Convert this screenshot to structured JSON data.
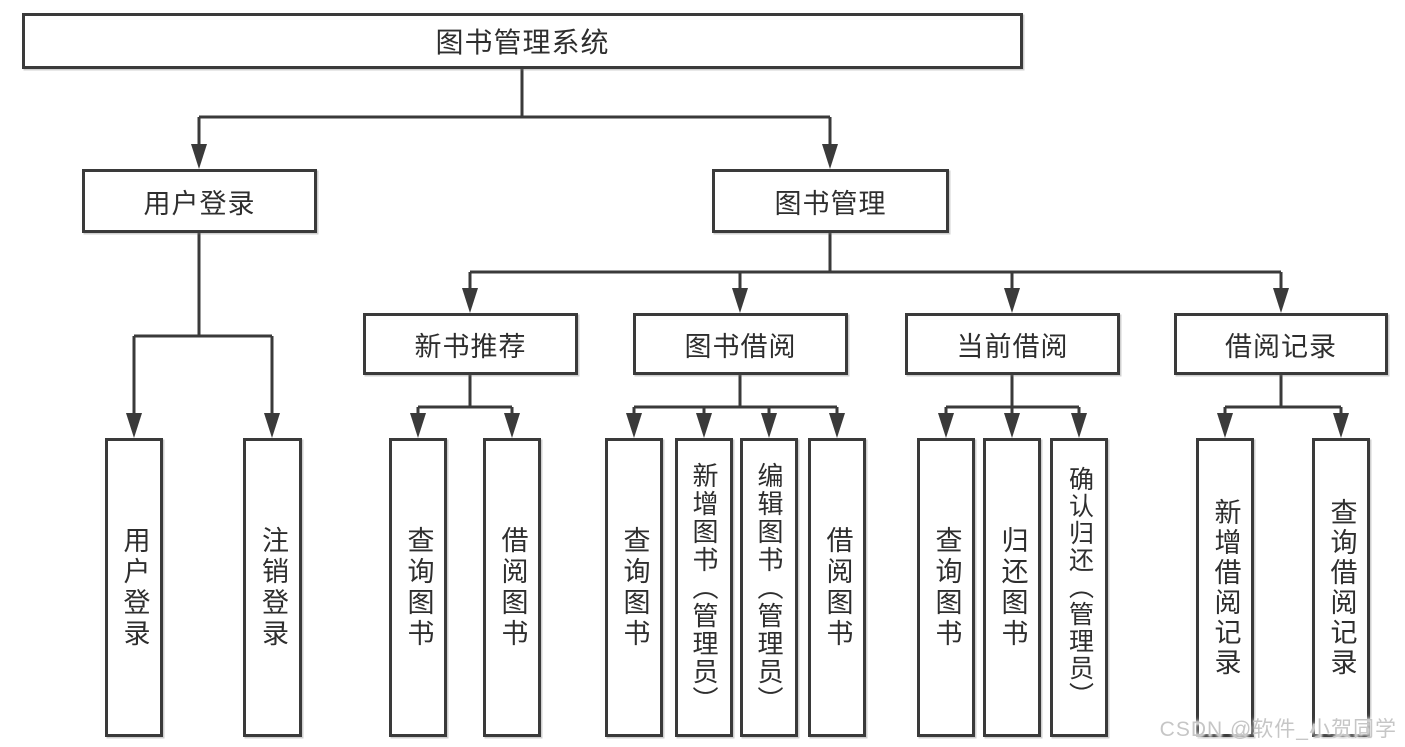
{
  "watermark": "CSDN @软件_小贺同学",
  "colors": {
    "line": "#3a3a3a",
    "box_border": "#3a3a3a",
    "text": "#2e2e2e",
    "watermark": "#c6c6c6",
    "background": "#ffffff"
  },
  "tree": {
    "label": "图书管理系统",
    "children": [
      {
        "label": "用户登录",
        "children": [
          {
            "label": "用户登录"
          },
          {
            "label": "注销登录"
          }
        ]
      },
      {
        "label": "图书管理",
        "children": [
          {
            "label": "新书推荐",
            "children": [
              {
                "label": "查询图书"
              },
              {
                "label": "借阅图书"
              }
            ]
          },
          {
            "label": "图书借阅",
            "children": [
              {
                "label": "查询图书"
              },
              {
                "label": "新增图书（管理员）"
              },
              {
                "label": "编辑图书（管理员）"
              },
              {
                "label": "借阅图书"
              }
            ]
          },
          {
            "label": "当前借阅",
            "children": [
              {
                "label": "查询图书"
              },
              {
                "label": "归还图书"
              },
              {
                "label": "确认归还（管理员）"
              }
            ]
          },
          {
            "label": "借阅记录",
            "children": [
              {
                "label": "新增借阅记录"
              },
              {
                "label": "查询借阅记录"
              }
            ]
          }
        ]
      }
    ]
  }
}
